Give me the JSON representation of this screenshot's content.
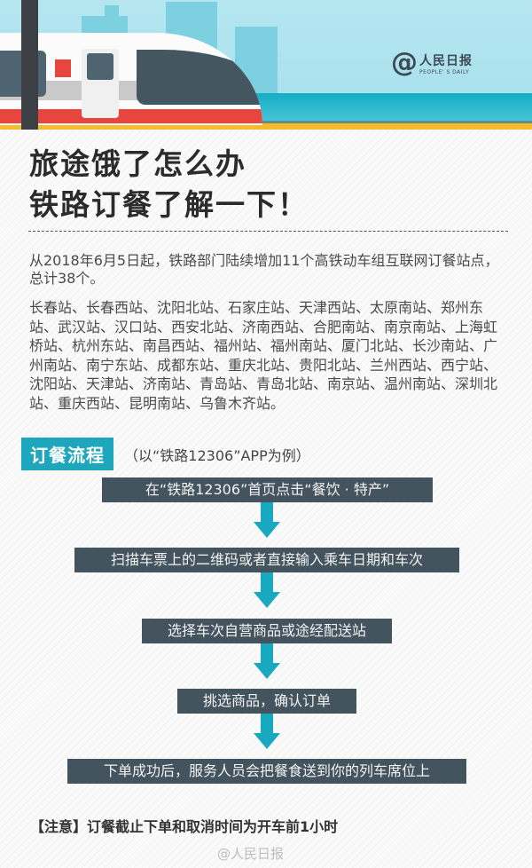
{
  "header": {
    "logo_symbol": "@",
    "logo_cn": "人民日报",
    "logo_en": "PEOPLE' S DAILY"
  },
  "title": {
    "line1": "旅途饿了怎么办",
    "line2": "铁路订餐了解一下！"
  },
  "intro": "从2018年6月5日起，铁路部门陆续增加11个高铁动车组互联网订餐站点，总计38个。",
  "stations_text": "长春站、长春西站、沈阳北站、石家庄站、天津西站、太原南站、郑州东站、武汉站、汉口站、西安北站、济南西站、合肥南站、南京南站、上海虹桥站、杭州东站、南昌西站、福州站、福州南站、厦门北站、长沙南站、广州南站、南宁东站、成都东站、重庆北站、贵阳北站、兰州西站、西宁站、沈阳站、天津站、济南站、青岛站、青岛北站、南京站、温州南站、深圳北站、重庆西站、昆明南站、乌鲁木齐站。",
  "process": {
    "tag": "订餐流程",
    "note": "（以“铁路12306”APP为例）",
    "steps": [
      "在“铁路12306”首页点击“餐饮 · 特产”",
      "扫描车票上的二维码或者直接输入乘车日期和车次",
      "选择车次自营商品或途经配送站",
      "挑选商品，确认订单",
      "下单成功后，服务人员会把餐食送到你的列车席位上"
    ]
  },
  "caution": "【注意】订餐截止下单和取消时间为开车前1小时",
  "watermark": "@人民日报",
  "colors": {
    "accent_teal": "#1ea6bd",
    "step_box": "#44545e",
    "train_red": "#e8453f",
    "track_yellow": "#f6bb2c"
  }
}
